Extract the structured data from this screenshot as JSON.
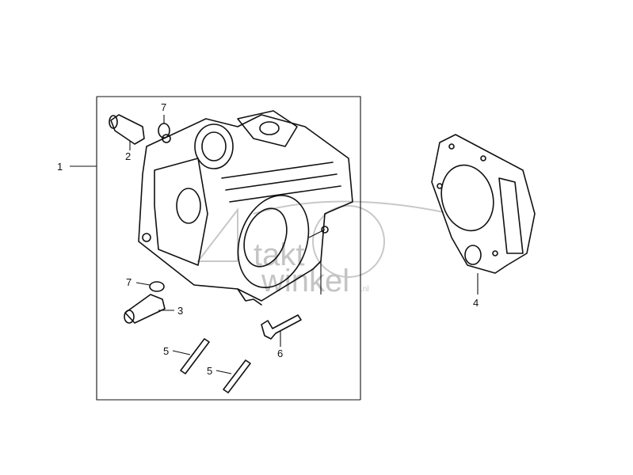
{
  "diagram": {
    "part_labels": [
      "1",
      "2",
      "7",
      "7",
      "3",
      "5",
      "5",
      "6",
      "4"
    ],
    "watermark": "4taktwinkel.nl"
  }
}
